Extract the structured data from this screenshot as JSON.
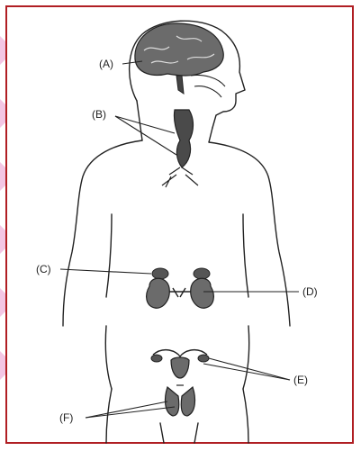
{
  "labels": {
    "A": "(A)",
    "B": "(B)",
    "C": "(C)",
    "D": "(D)",
    "E": "(E)",
    "F": "(F)"
  },
  "colors": {
    "frame": "#b01e23",
    "outline": "#222222",
    "organ_fill": "#6b6b6b",
    "watermark": "#f3c6e4"
  }
}
